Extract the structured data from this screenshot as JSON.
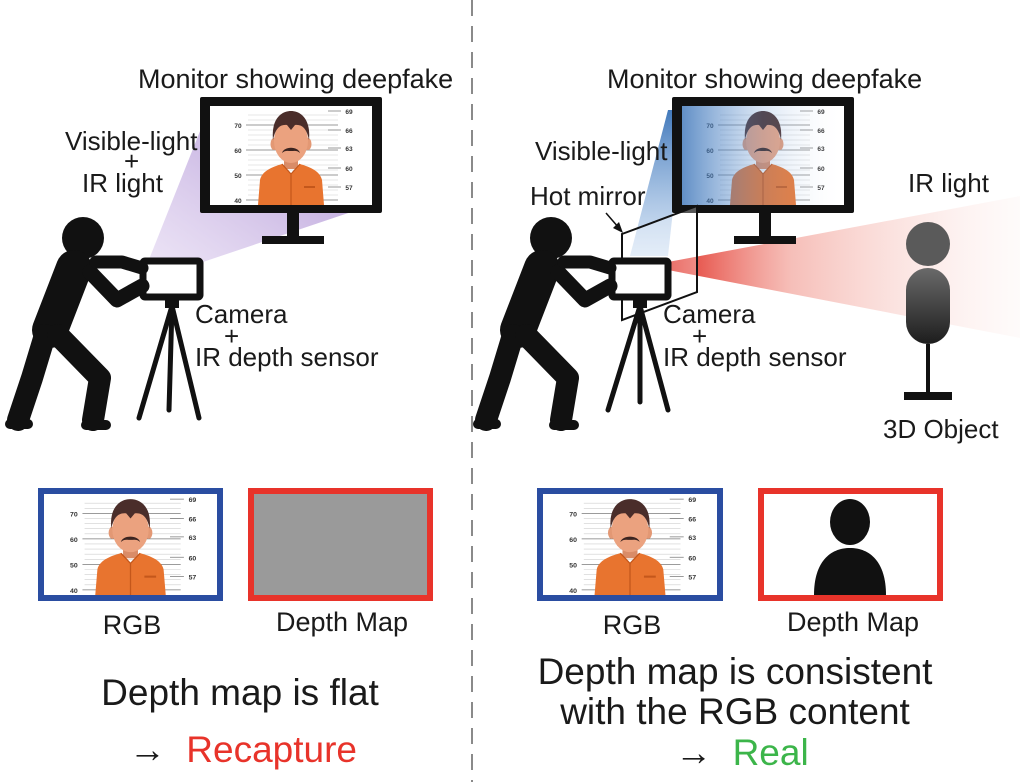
{
  "left": {
    "monitor_label": "Monitor showing deepfake",
    "beam_label_line1": "Visible-light",
    "beam_label_plus": "+",
    "beam_label_line2": "IR light",
    "camera_label_line1": "Camera",
    "camera_label_plus": "+",
    "camera_label_line2": "IR depth sensor",
    "rgb_label": "RGB",
    "depth_label": "Depth Map",
    "conclusion_line1": "Depth map is flat",
    "result_arrow": "→",
    "result_word": "Recapture"
  },
  "right": {
    "monitor_label": "Monitor showing deepfake",
    "visible_light_label": "Visible-light",
    "hot_mirror_label": "Hot mirror",
    "ir_light_label": "IR light",
    "camera_label_line1": "Camera",
    "camera_label_plus": "+",
    "camera_label_line2": "IR depth sensor",
    "object_label": "3D Object",
    "rgb_label": "RGB",
    "depth_label": "Depth Map",
    "conclusion_line1": "Depth map is consistent",
    "conclusion_line2": "with the RGB content",
    "result_arrow": "→",
    "result_word": "Real"
  },
  "mugshot": {
    "scale_left": [
      "70",
      "60",
      "50",
      "40"
    ],
    "scale_right": [
      "69",
      "66",
      "63",
      "60",
      "57"
    ]
  },
  "colors": {
    "purple_label": "#7b52a8",
    "blue_label": "#2f6fb8",
    "ir_red": "#e8332a",
    "recapture_red": "#e8332a",
    "real_green": "#3cb54a",
    "rgb_frame": "#2a4da1",
    "depth_frame": "#e8332a",
    "flat_depth_gray": "#9a9a9a"
  }
}
